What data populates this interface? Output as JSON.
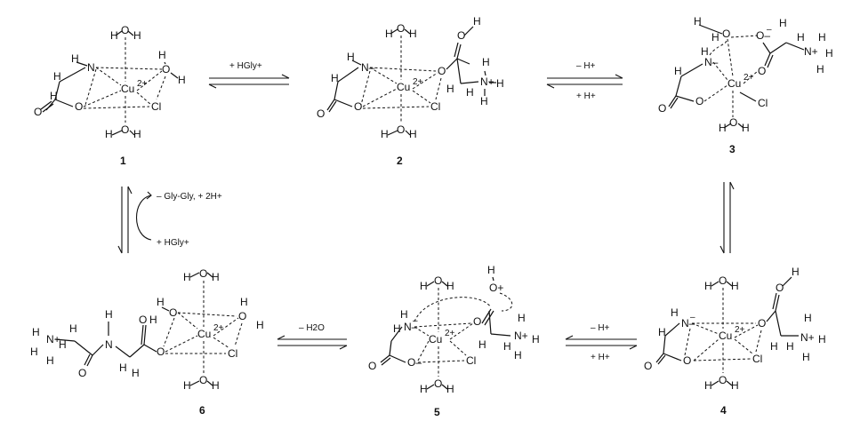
{
  "compounds": [
    {
      "id": "1",
      "metal": "Cu",
      "charge": "2+"
    },
    {
      "id": "2",
      "metal": "Cu",
      "charge": "2+"
    },
    {
      "id": "3",
      "metal": "Cu",
      "charge": "2+"
    },
    {
      "id": "4",
      "metal": "Cu",
      "charge": "2+"
    },
    {
      "id": "5",
      "metal": "Cu",
      "charge": "2+"
    },
    {
      "id": "6",
      "metal": "Cu",
      "charge": "2+"
    }
  ],
  "arrows": {
    "a12": "+ HGly+",
    "a23_fwd": "– H+",
    "a23_rev": "+ H+",
    "a45_fwd": "– H+",
    "a45_rev": "+ H+",
    "a56": "– H2O",
    "a16_top": "– Gly-Gly, + 2H+",
    "a16_bot": "+ HGly+"
  },
  "atoms": {
    "N": "N",
    "O": "O",
    "H": "H",
    "Cl": "Cl",
    "Cu": "Cu",
    "Nminus": "N–",
    "Ominus": "O–",
    "Oplus": "O+",
    "NH3plus": "N+"
  }
}
